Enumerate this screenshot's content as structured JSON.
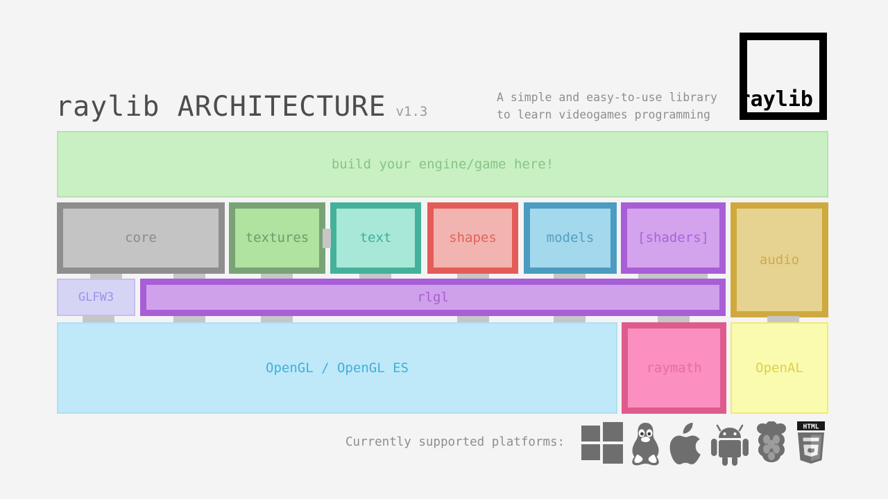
{
  "header": {
    "title": "raylib ARCHITECTURE",
    "version": "v1.3",
    "tagline_line1": "A simple and easy-to-use library",
    "tagline_line2": "to learn videogames programming",
    "logo_text": "raylib"
  },
  "layers": {
    "user_layer": {
      "label": "build your engine/game here!"
    },
    "modules": [
      {
        "id": "core",
        "label": "core"
      },
      {
        "id": "textures",
        "label": "textures"
      },
      {
        "id": "text",
        "label": "text"
      },
      {
        "id": "shapes",
        "label": "shapes"
      },
      {
        "id": "models",
        "label": "models"
      },
      {
        "id": "shaders",
        "label": "[shaders]"
      },
      {
        "id": "audio",
        "label": "audio"
      }
    ],
    "middle": [
      {
        "id": "glfw3",
        "label": "GLFW3"
      },
      {
        "id": "rlgl",
        "label": "rlgl"
      }
    ],
    "bottom": [
      {
        "id": "opengl",
        "label": "OpenGL / OpenGL ES"
      },
      {
        "id": "raymath",
        "label": "raymath"
      },
      {
        "id": "openal",
        "label": "OpenAL"
      }
    ]
  },
  "footer": {
    "platforms_label": "Currently supported platforms:",
    "platforms": [
      {
        "name": "windows-icon"
      },
      {
        "name": "linux-tux-icon"
      },
      {
        "name": "apple-icon"
      },
      {
        "name": "android-icon"
      },
      {
        "name": "raspberry-pi-icon"
      },
      {
        "name": "html5-icon"
      }
    ]
  },
  "colors": {
    "background": "#f4f4f4",
    "text_gray": "#8e8e8e",
    "title_gray": "#4d4d4d",
    "user_layer_bg": "#c9f0c2",
    "core": "#8e8e8e",
    "textures": "#79a376",
    "text_module": "#44b29a",
    "shapes": "#e45c58",
    "models": "#4b9cc0",
    "shaders": "#a85ed6",
    "audio": "#cfa93d",
    "glfw3": "#9a93e8",
    "rlgl": "#a85ed6",
    "opengl": "#3fb0d8",
    "raymath": "#de5b8d",
    "openal": "#ddd04a",
    "connector": "#c6c6c6"
  }
}
